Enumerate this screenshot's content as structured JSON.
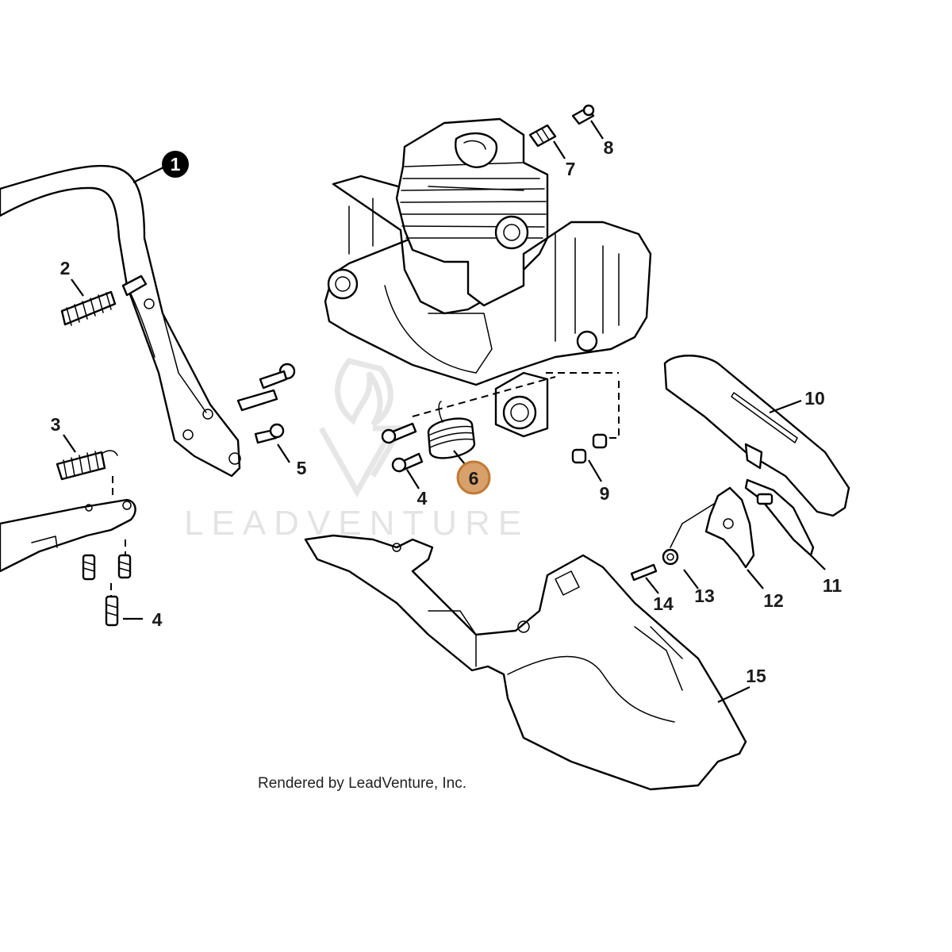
{
  "diagram": {
    "callouts": [
      {
        "id": "1",
        "label": "1"
      },
      {
        "id": "2",
        "label": "2"
      },
      {
        "id": "3",
        "label": "3"
      },
      {
        "id": "4a",
        "label": "4"
      },
      {
        "id": "4b",
        "label": "4"
      },
      {
        "id": "5",
        "label": "5"
      },
      {
        "id": "6",
        "label": "6"
      },
      {
        "id": "7",
        "label": "7"
      },
      {
        "id": "8",
        "label": "8"
      },
      {
        "id": "9",
        "label": "9"
      },
      {
        "id": "10",
        "label": "10"
      },
      {
        "id": "11",
        "label": "11"
      },
      {
        "id": "12",
        "label": "12"
      },
      {
        "id": "13",
        "label": "13"
      },
      {
        "id": "14",
        "label": "14"
      },
      {
        "id": "15",
        "label": "15"
      }
    ],
    "highlighted_callout": "6",
    "highlight_color": "#d8a06a",
    "highlight_border_color": "#c07a34",
    "filled_callout": "1",
    "watermark": "LEADVENTURE",
    "footer": "Rendered by LeadVenture, Inc."
  }
}
